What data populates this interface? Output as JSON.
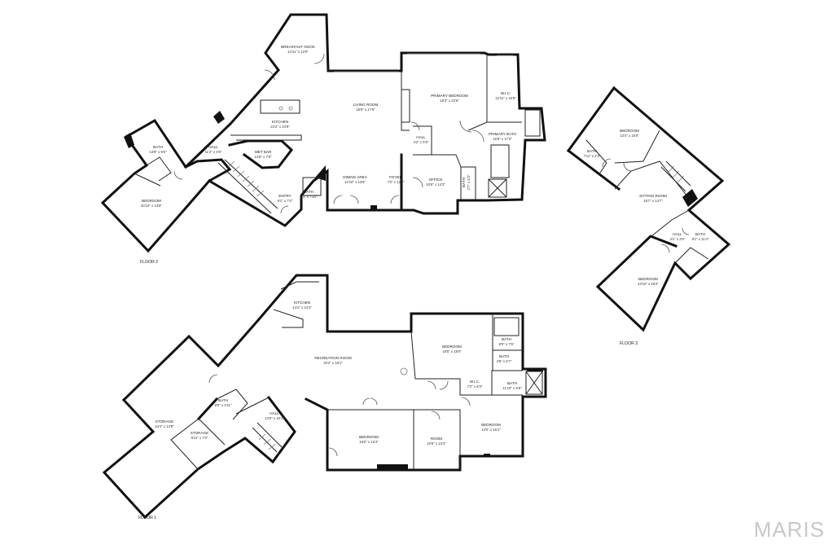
{
  "brand": "MARIS",
  "floors": [
    {
      "label": "FLOOR 2"
    },
    {
      "label": "FLOOR 1"
    },
    {
      "label": "FLOOR 3"
    }
  ],
  "rooms": {
    "breakfast_nook": {
      "name": "BREAKFAST NOOK",
      "dims": "14'11\" x 13'0\""
    },
    "living_room": {
      "name": "LIVING ROOM",
      "dims": "19'9\" x 17'8\""
    },
    "primary_bedroom": {
      "name": "PRIMARY BEDROOM",
      "dims": "19'3\" x 22'6\""
    },
    "wic_f2": {
      "name": "W.I.C.",
      "dims": "12'11\" x 15'8\""
    },
    "kitchen_f2": {
      "name": "KITCHEN",
      "dims": "24'2\" x 24'9\""
    },
    "primary_bath": {
      "name": "PRIMARY BATH",
      "dims": "15'9\" x 17'3\""
    },
    "bath_f2_left": {
      "name": "BATH",
      "dims": "13'8\" x 6'5\""
    },
    "hall_f2_left": {
      "name": "HALL",
      "dims": "11'2\" x 4'5\""
    },
    "wet_bar": {
      "name": "WET BAR",
      "dims": "13'8\" x 7'9\""
    },
    "hall_f2_mid": {
      "name": "HALL",
      "dims": "4'2\" x 5'9\""
    },
    "dining_area": {
      "name": "DINING AREA",
      "dims": "12'10\" x 13'8\""
    },
    "foyer": {
      "name": "FOYER",
      "dims": "7'0\" x 13'8\""
    },
    "office": {
      "name": "OFFICE",
      "dims": "10'9\" x 14'3\""
    },
    "bath_f2_small": {
      "name": "BATH",
      "dims": "2'7\" x 4'3\""
    },
    "bedroom_f2": {
      "name": "BEDROOM",
      "dims": "20'10\" x 13'8\""
    },
    "entry": {
      "name": "ENTRY",
      "dims": "9'1\" x 7'2\""
    },
    "bath_f2_entry": {
      "name": "BATH",
      "dims": "5'3\" x 7'10\""
    },
    "kitchen_f1": {
      "name": "KITCHEN",
      "dims": "14'4\" x 14'3\""
    },
    "recreation_room": {
      "name": "RECREATION ROOM",
      "dims": "32'2\" x 18'1\""
    },
    "bedroom_f1_a": {
      "name": "BEDROOM",
      "dims": "18'5\" x 18'0\""
    },
    "bath_f1_a": {
      "name": "BATH",
      "dims": "8'0\" x 7'5\""
    },
    "bath_f1_b": {
      "name": "BATH",
      "dims": "4'8\" x 5'7\""
    },
    "wic_f1": {
      "name": "W.I.C.",
      "dims": "7'2\" x 8'3\""
    },
    "bath_f1_c": {
      "name": "BATH",
      "dims": "11'10\" x 5'5\""
    },
    "storage_large": {
      "name": "STORAGE",
      "dims": "34'4\" x 13'8\""
    },
    "storage_small": {
      "name": "STORAGE",
      "dims": "9'11\" x 7'0\""
    },
    "bath_f1_hall": {
      "name": "BATH",
      "dims": "8'0\" x 4'11\""
    },
    "hall_f1": {
      "name": "HALL",
      "dims": "14'0\" x 10'1\""
    },
    "bedroom_f1_b": {
      "name": "BEDROOM",
      "dims": "19'0\" x 13'4\""
    },
    "room_f1": {
      "name": "ROOM",
      "dims": "10'6\" x 13'4\""
    },
    "bedroom_f1_c": {
      "name": "BEDROOM",
      "dims": "14'0\" x 15'1\""
    },
    "bedroom_f3_a": {
      "name": "BEDROOM",
      "dims": "13'4\" x 15'0\""
    },
    "bath_f3_a": {
      "name": "BATH",
      "dims": "7'11\" x 4'3\""
    },
    "sitting_room": {
      "name": "SITTING ROOM",
      "dims": "15'7\" x 14'7\""
    },
    "hall_f3": {
      "name": "HALL",
      "dims": "4'1\" x 3'6\""
    },
    "bath_f3_b": {
      "name": "BATH",
      "dims": "8'1\" x 11'4\""
    },
    "bedroom_f3_b": {
      "name": "BEDROOM",
      "dims": "13'10\" x 18'4\""
    }
  }
}
